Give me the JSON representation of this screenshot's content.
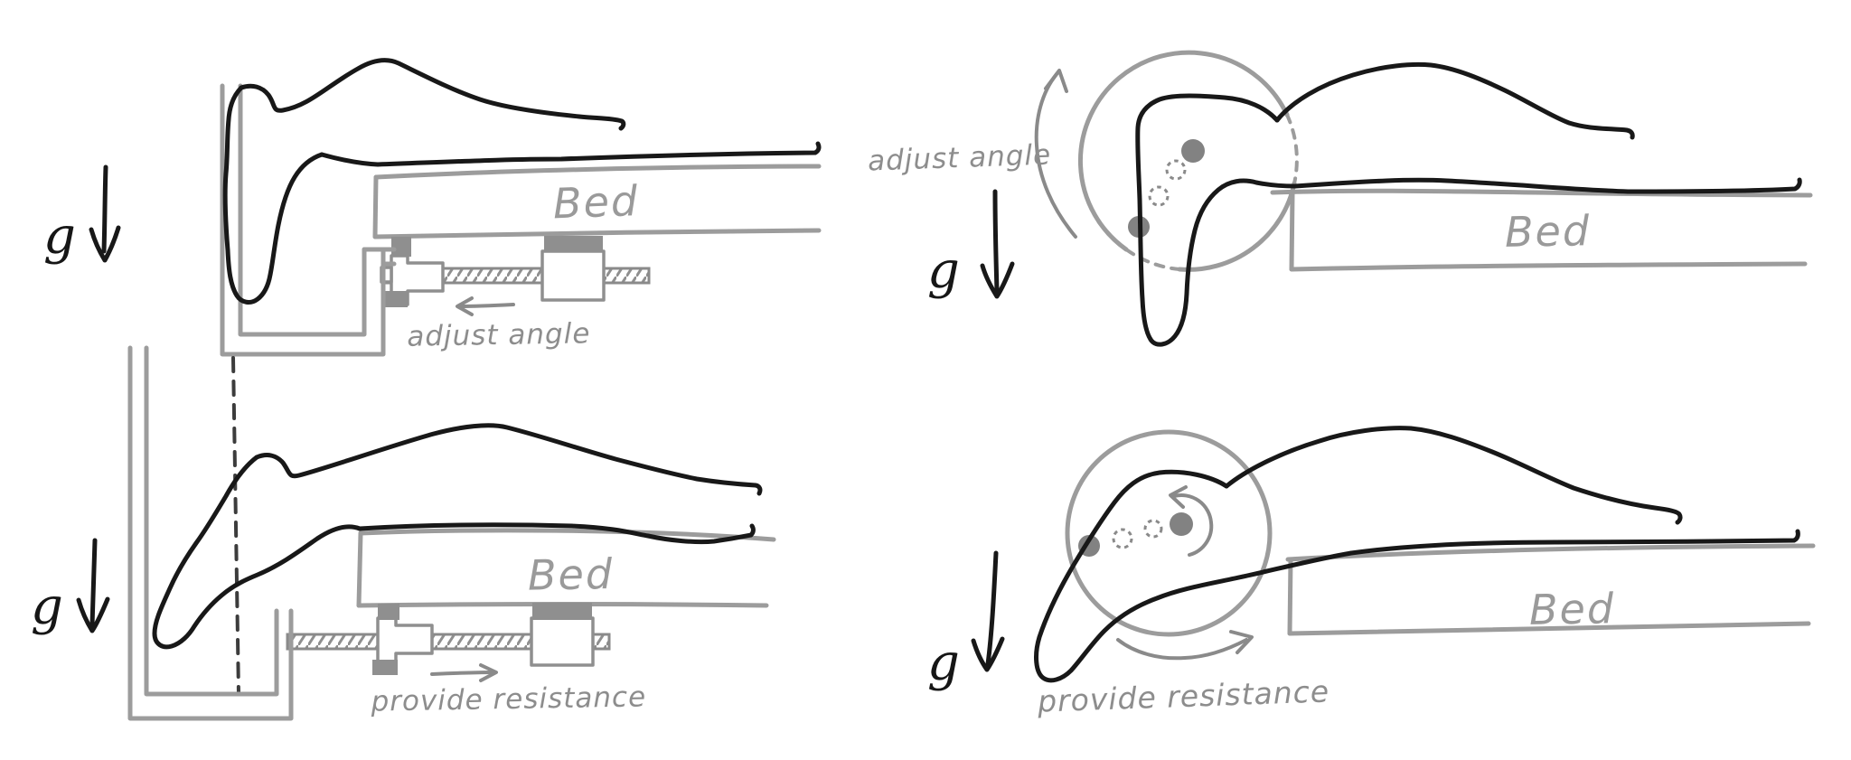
{
  "figure": {
    "background": "#ffffff",
    "colors": {
      "ink": "#181818",
      "sketch_gray": "#9c9c9c",
      "fill_gray": "#8f8f8f",
      "label_gray": "#8d8d8d",
      "dash_dark": "#3c3c3c",
      "pivot_dot_gray": "#828282"
    },
    "panels": [
      {
        "id": "screw-adjust",
        "position": "top-left",
        "gravity_label": "g",
        "bed_label": "Bed",
        "caption": "adjust angle",
        "caption_arrow_icon": "left-arrow-icon",
        "gravity_icon": "down-arrow-icon"
      },
      {
        "id": "screw-resist",
        "position": "bottom-left",
        "gravity_label": "g",
        "bed_label": "Bed",
        "caption": "provide resistance",
        "caption_arrow_icon": "right-arrow-icon",
        "gravity_icon": "down-arrow-icon"
      },
      {
        "id": "disc-adjust",
        "position": "top-right",
        "gravity_label": "g",
        "bed_label": "Bed",
        "caption": "adjust angle",
        "caption_arrow_icon": "counterclockwise-arc-arrow-icon",
        "gravity_icon": "down-arrow-icon"
      },
      {
        "id": "disc-resist",
        "position": "bottom-right",
        "gravity_label": "g",
        "bed_label": "Bed",
        "caption": "provide resistance",
        "caption_arrow_icon": "clockwise-arc-arrow-icon",
        "gravity_icon": "down-arrow-icon"
      }
    ]
  }
}
